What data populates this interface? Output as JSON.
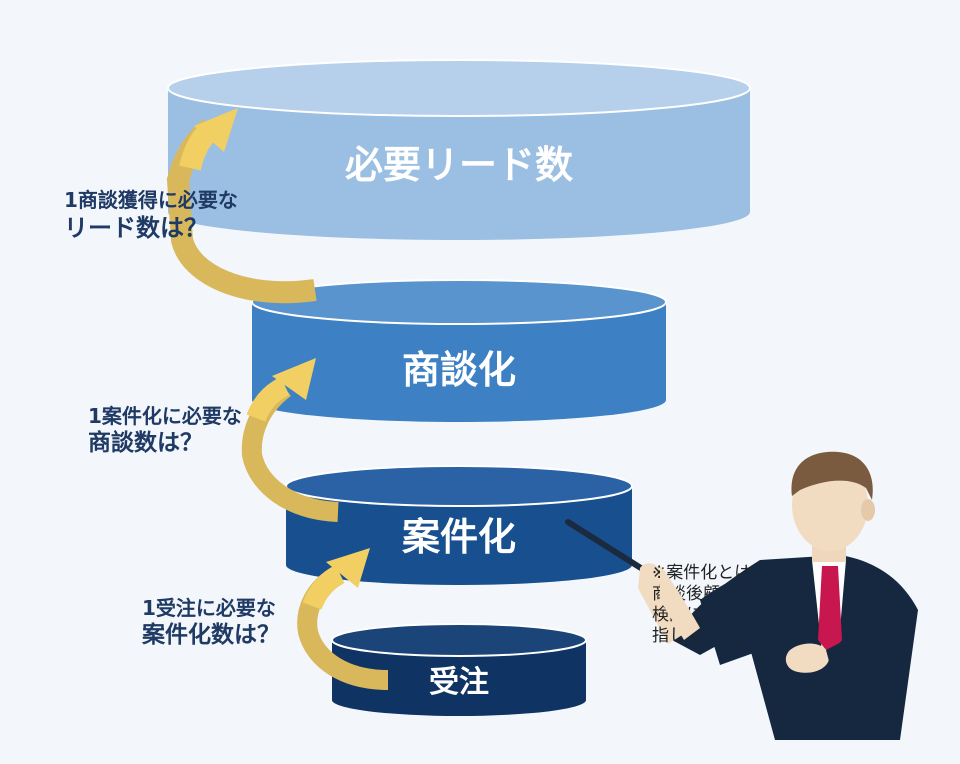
{
  "colors": {
    "background": "#f3f7fb",
    "tier1": "#9bbfe2",
    "tier2": "#3d80c3",
    "tier3": "#184f8f",
    "tier4": "#0f3362",
    "arrow": "#f2cf62",
    "arrow_dark": "#c6a84e",
    "question_text": "#1f3a64"
  },
  "funnel": {
    "tiers": [
      {
        "label": "必要リード数"
      },
      {
        "label": "商談化"
      },
      {
        "label": "案件化"
      },
      {
        "label": "受注"
      }
    ]
  },
  "questions": [
    {
      "line1": "1商談獲得に必要な",
      "line2": "リード数は？"
    },
    {
      "line1": "1案件化に必要な",
      "line2": "商談数は？"
    },
    {
      "line1": "1受注に必要な",
      "line2": "案件化数は？"
    }
  ],
  "note": {
    "line1": "※案件化とは",
    "line2": "商談後顧客の",
    "line3": "検討に入っ",
    "line4": "指して"
  },
  "presenter": {
    "icon": "presenter-with-pointer-icon"
  }
}
